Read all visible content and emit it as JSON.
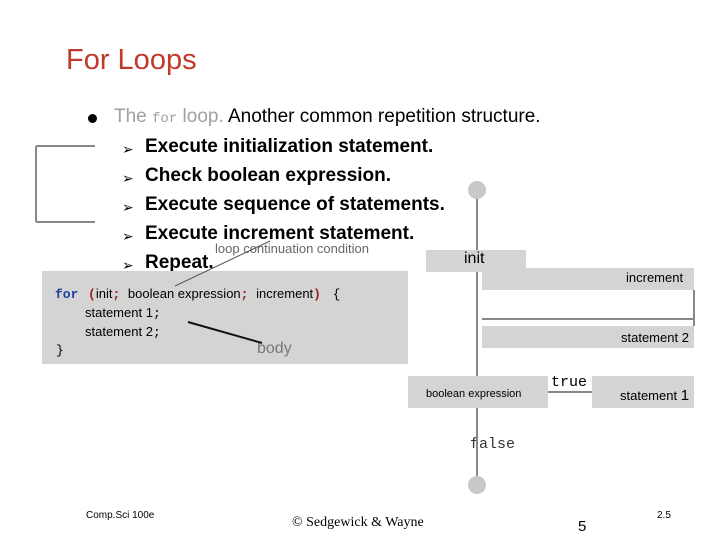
{
  "slide": {
    "title": "For Loops",
    "intro": {
      "prefix": "The ",
      "keyword": "for",
      "middle": " loop.",
      "rest": "  Another common repetition structure."
    },
    "steps": [
      "Execute initialization statement.",
      "Check boolean expression.",
      "Execute sequence of statements.",
      "Execute increment statement.",
      "Repeat."
    ],
    "loop_condition_label": "loop continuation condition"
  },
  "code": {
    "for_kw": "for",
    "open_paren": "(",
    "init": "init",
    "semi1": ";",
    "condition": "boolean expression",
    "semi2": ";",
    "increment": "increment",
    "close_paren": ")",
    "open_brace": "{",
    "stmt1": "statement 1",
    "stmt1_semi": ";",
    "stmt2": "statement 2",
    "stmt2_semi": ";",
    "close_brace": "}",
    "body_label": "body"
  },
  "flowchart": {
    "init": "init",
    "increment": "increment",
    "statement2": "statement 2",
    "boolean": "boolean expression",
    "true_label": "true",
    "statement1_text": "statement ",
    "statement1_num": "1",
    "false_label": "false"
  },
  "footer": {
    "course": "Comp.Sci 100e",
    "copyright": "© Sedgewick & Wayne",
    "page": "5",
    "slide_no": "2.5"
  },
  "colors": {
    "title": "#c0392b",
    "keyword": "#2040a0",
    "punct": "#a02020",
    "box": "#d4d4d4"
  }
}
